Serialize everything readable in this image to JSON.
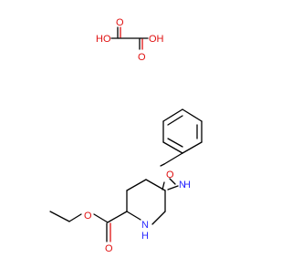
{
  "colors": {
    "carbon_bond": "#000000",
    "oxygen": "#e01010",
    "nitrogen": "#2a2aff",
    "background": "#ffffff"
  },
  "labels": {
    "oxalic": {
      "ho_left": "HO",
      "oh_right": "OH",
      "o_top": "O",
      "o_bottom": "O"
    },
    "ester": {
      "o_single": "O",
      "o_double": "O"
    },
    "nitrogen": {
      "ring_nh": "N",
      "ring_h": "H",
      "amine_n": "N",
      "amine_h": "H"
    },
    "oxygen": {
      "ether_o": "O"
    }
  }
}
